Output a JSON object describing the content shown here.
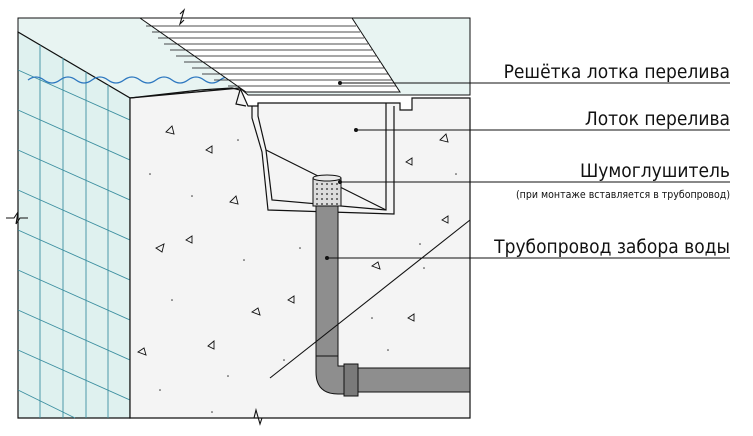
{
  "labels": {
    "grate": "Решётка лотка перелива",
    "tray": "Лоток перелива",
    "silencer": "Шумоглушитель",
    "silencer_note": "(при монтаже вставляется в трубопровод)",
    "pipe": "Трубопровод забора воды"
  },
  "colors": {
    "pool_water": "#dff1ef",
    "pool_tile_grid": "#3c8fa0",
    "wave": "#2e78c0",
    "concrete": "#f4f4f4",
    "pipe": "#8e8e8e",
    "pipe_dark": "#6c6c6c",
    "outline": "#111111"
  }
}
